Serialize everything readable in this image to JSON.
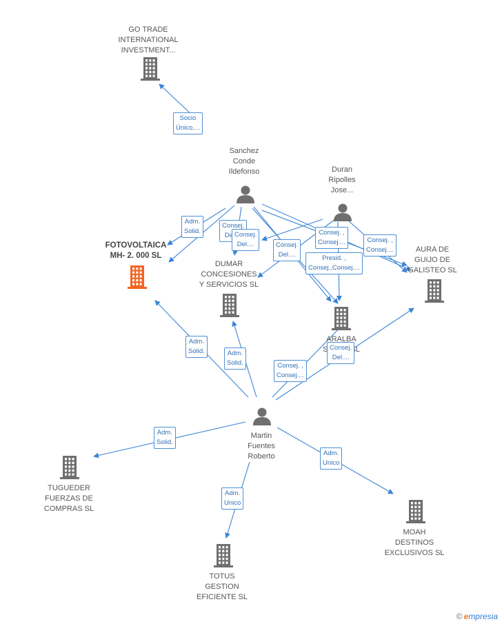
{
  "colors": {
    "edge": "#3a84d6",
    "building": "#6f6f6f",
    "focus_building": "#f26522",
    "person": "#6f6f6f",
    "label_border": "#4a8fd6"
  },
  "nodes": {
    "go_trade": {
      "lines": [
        "GO TRADE",
        "INTERNATIONAL",
        "INVESTMENT..."
      ],
      "icon": "building-icon"
    },
    "sanchez": {
      "lines": [
        "Sanchez",
        "Conde",
        "Ildefonso"
      ],
      "icon": "person-icon"
    },
    "duran": {
      "lines": [
        "Duran",
        "Ripolles",
        "Jose..."
      ],
      "icon": "person-icon"
    },
    "fotovoltaica": {
      "lines": [
        "FOTOVOLTAICA",
        "MH- 2. 000 SL"
      ],
      "icon": "building-icon"
    },
    "dumar": {
      "lines": [
        "DUMAR",
        "CONCESIONES",
        "Y SERVICIOS SL"
      ],
      "icon": "building-icon"
    },
    "aura": {
      "lines": [
        "AURA DE",
        "GUIJO DE",
        "GALISTEO SL"
      ],
      "icon": "building-icon"
    },
    "aralba": {
      "lines": [
        "ARALBA",
        "SOLAR SL"
      ],
      "icon": "building-icon"
    },
    "martin": {
      "lines": [
        "Martin",
        "Fuentes",
        "Roberto"
      ],
      "icon": "person-icon"
    },
    "tugueder": {
      "lines": [
        "TUGUEDER",
        "FUERZAS DE",
        "COMPRAS SL"
      ],
      "icon": "building-icon"
    },
    "totus": {
      "lines": [
        "TOTUS",
        "GESTION",
        "EFICIENTE SL"
      ],
      "icon": "building-icon"
    },
    "moah": {
      "lines": [
        "MOAH",
        "DESTINOS",
        "EXCLUSIVOS SL"
      ],
      "icon": "building-icon"
    }
  },
  "relations": [
    {
      "lines": [
        "Socio",
        "Único,..."
      ]
    },
    {
      "lines": [
        "Adm.",
        "Solid."
      ]
    },
    {
      "lines": [
        "Consej.",
        "Del...."
      ]
    },
    {
      "lines": [
        "Adm.",
        "Solid."
      ]
    },
    {
      "lines": [
        "Consej.",
        "Del...."
      ]
    },
    {
      "lines": [
        "Consej. ,",
        "Consej...."
      ]
    },
    {
      "lines": [
        "Consej. ,",
        "Consej...."
      ]
    },
    {
      "lines": [
        "Presid. ,",
        "Consej.,Consej...."
      ]
    },
    {
      "lines": [
        "Adm.",
        "Solid."
      ]
    },
    {
      "lines": [
        "Consej.",
        "Del...."
      ]
    },
    {
      "lines": [
        "Consej. ,",
        "Consej...."
      ]
    },
    {
      "lines": [
        "Consej.",
        "Del...."
      ]
    },
    {
      "lines": [
        "Adm.",
        "Solid."
      ]
    },
    {
      "lines": [
        "Adm.",
        "Unico"
      ]
    },
    {
      "lines": [
        "Adm.",
        "Unico"
      ]
    }
  ],
  "brand": {
    "copyright": "©",
    "initial": "e",
    "rest": "mpresia"
  }
}
